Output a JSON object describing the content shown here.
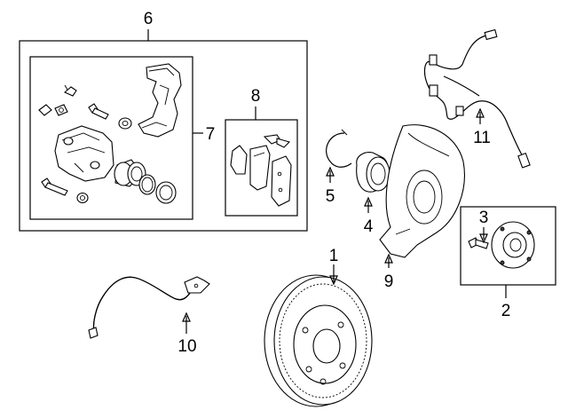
{
  "callouts": [
    {
      "id": "1",
      "label": "1"
    },
    {
      "id": "2",
      "label": "2"
    },
    {
      "id": "3",
      "label": "3"
    },
    {
      "id": "4",
      "label": "4"
    },
    {
      "id": "5",
      "label": "5"
    },
    {
      "id": "6",
      "label": "6"
    },
    {
      "id": "7",
      "label": "7"
    },
    {
      "id": "8",
      "label": "8"
    },
    {
      "id": "9",
      "label": "9"
    },
    {
      "id": "10",
      "label": "10"
    },
    {
      "id": "11",
      "label": "11"
    }
  ],
  "colors": {
    "line": "#000000",
    "background": "#ffffff",
    "shade": "#d9d9d9"
  }
}
